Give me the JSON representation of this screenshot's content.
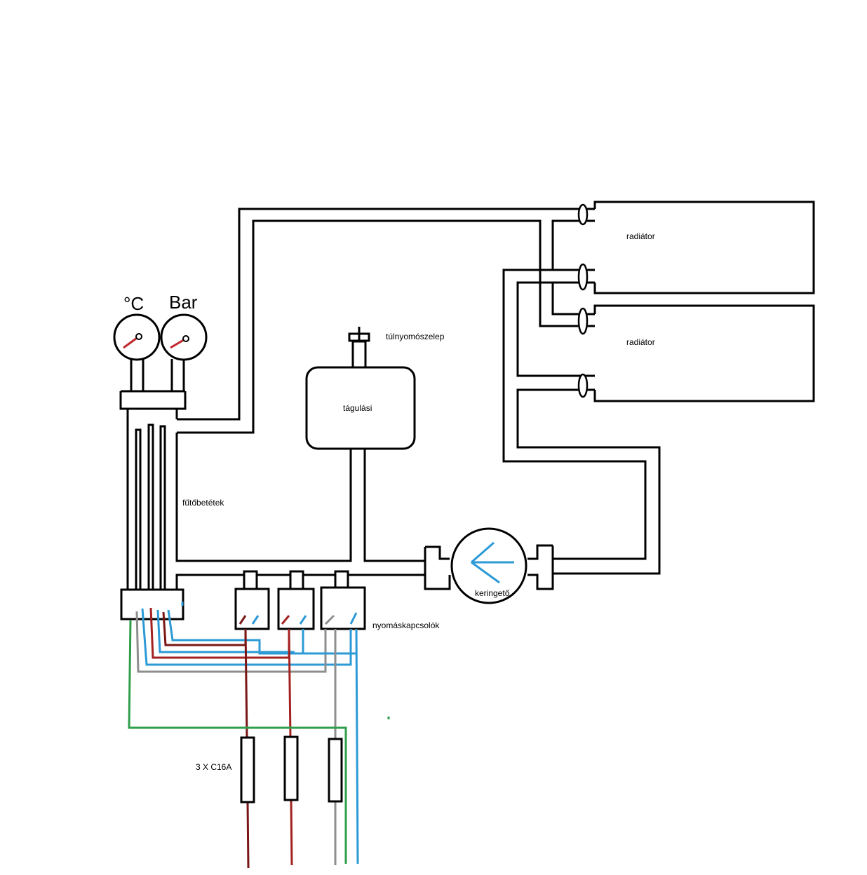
{
  "labels": {
    "celsius": "°C",
    "bar": "Bar",
    "radiator_1": "radiátor",
    "radiator_2": "radiátor",
    "overpressure_valve": "túlnyomószelep",
    "expansion_tank": "tágulási",
    "heating_elements": "fűtőbetétek",
    "circulator": "keringető",
    "pressure_switches": "nyomáskapcsolók",
    "breakers": "3 X C16A"
  },
  "colors": {
    "pipe": "#000000",
    "needle": "#c0272d",
    "wire_red": "#a32121",
    "wire_dark_red": "#7a1616",
    "wire_blue": "#2b9ad6",
    "wire_grey": "#8e8e8e",
    "wire_green": "#2f9e4a",
    "pump_arrow": "#2b9ad6"
  }
}
